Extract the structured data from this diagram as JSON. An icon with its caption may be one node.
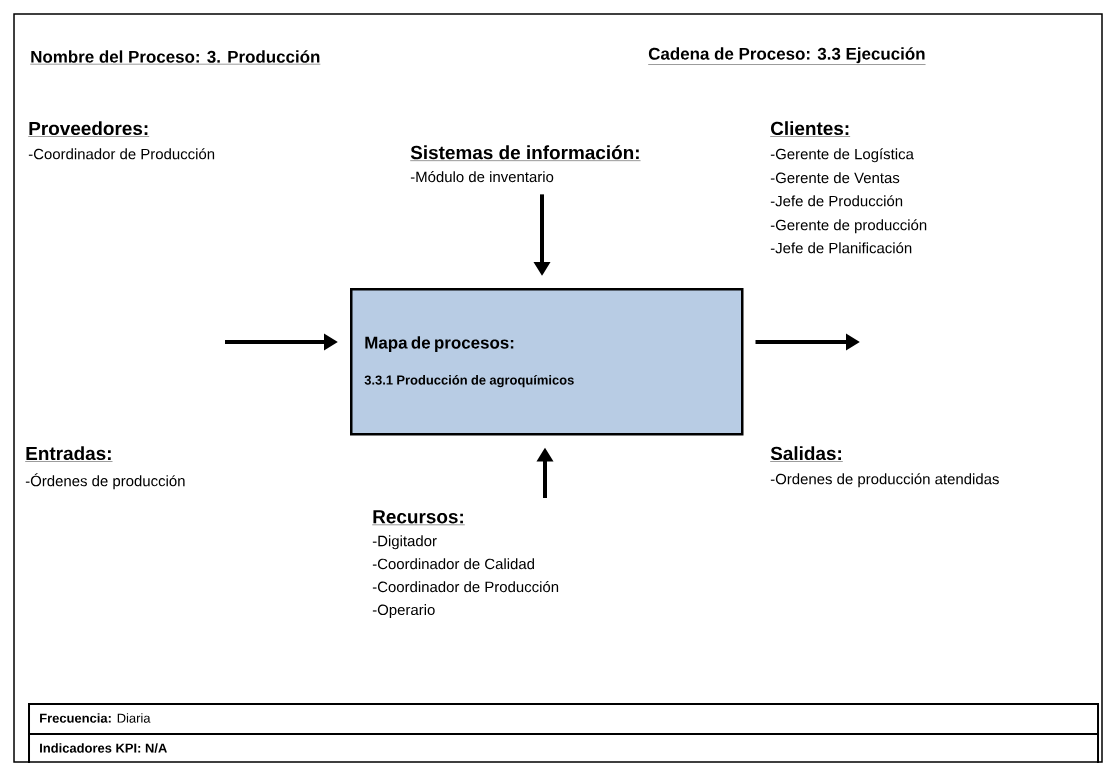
{
  "diagram": {
    "nodes": [
      {
        "text": [
          "Mapa de procesos:",
          "3.3.1  Producción de agroquímicos"
        ]
      },
      {
        "text": [
          "Sistemas de información:",
          "-Módulo de inventario"
        ]
      },
      {
        "text": [
          "Recursos:",
          "-Digitador",
          "-Coordinador de Calidad",
          "-Coordinador de Producción",
          "-Operario"
        ]
      },
      {
        "text": [
          "**Frecuencia:**  Diaria"
        ]
      },
      {
        "text": [
          "Indicadores KPI: N/A"
        ]
      }
    ],
    "edges": [
      {
        "from": null,
        "to": 0,
        "arrow": "to"
      },
      {
        "from": 0,
        "to": null,
        "arrow": "to"
      },
      {
        "from": 1,
        "to": 0,
        "arrow": "to"
      },
      {
        "from": 2,
        "to": 0,
        "arrow": "to"
      }
    ],
    "labels": [
      "Nombre del Proceso:  3. Producción",
      "Cadena de Proceso:  3.3 Ejecución",
      "Proveedores:",
      "-Coordinador de Producción",
      "Clientes:",
      "-Gerente de Logística",
      "-Gerente de Ventas",
      "-Jefe de Producción",
      "-Gerente de producción",
      "-Jefe de Planificación",
      "Entradas:",
      "-Órdenes de producción",
      "Salidas:",
      "-Ordenes de producción atendidas"
    ]
  }
}
